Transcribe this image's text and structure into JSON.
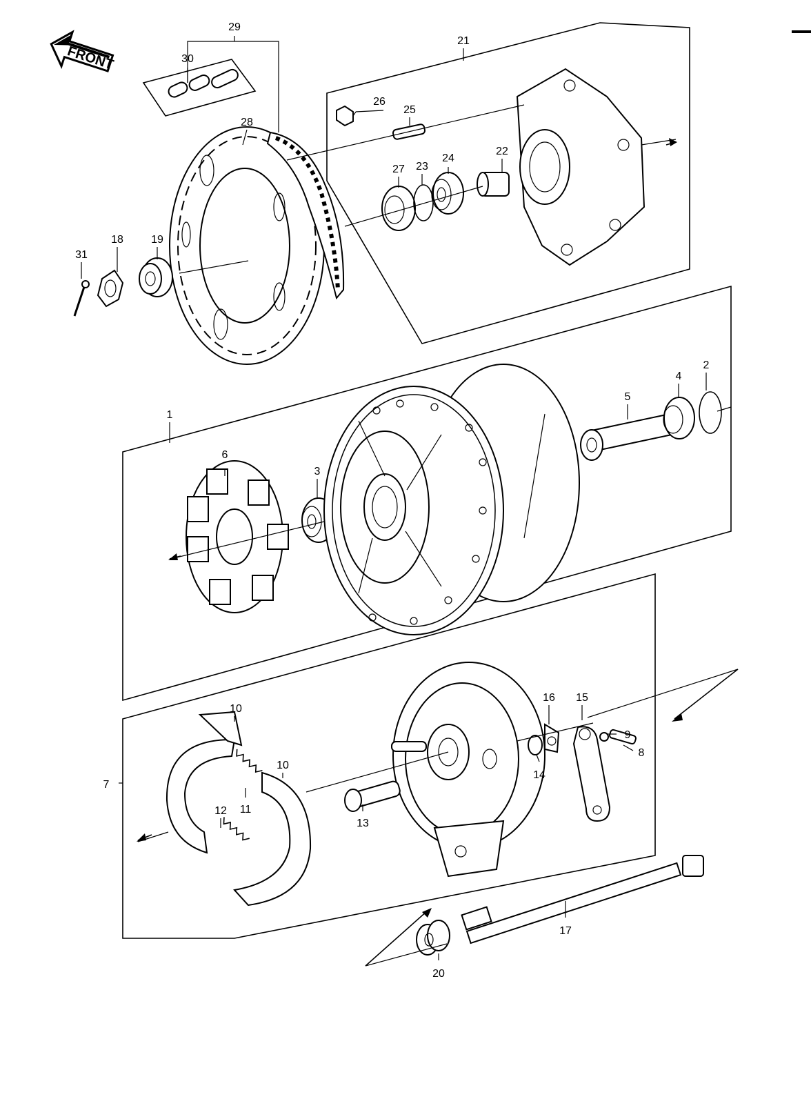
{
  "front_label": "FRONT",
  "callouts": {
    "n1": "1",
    "n2": "2",
    "n3": "3",
    "n4": "4",
    "n5": "5",
    "n6": "6",
    "n7": "7",
    "n8": "8",
    "n9": "9",
    "n10a": "10",
    "n10b": "10",
    "n11": "11",
    "n12": "12",
    "n13": "13",
    "n14": "14",
    "n15": "15",
    "n16": "16",
    "n17": "17",
    "n18": "18",
    "n19": "19",
    "n20": "20",
    "n21": "21",
    "n22": "22",
    "n23": "23",
    "n24": "24",
    "n25": "25",
    "n26": "26",
    "n27": "27",
    "n28": "28",
    "n29": "29",
    "n30": "30",
    "n31": "31"
  }
}
